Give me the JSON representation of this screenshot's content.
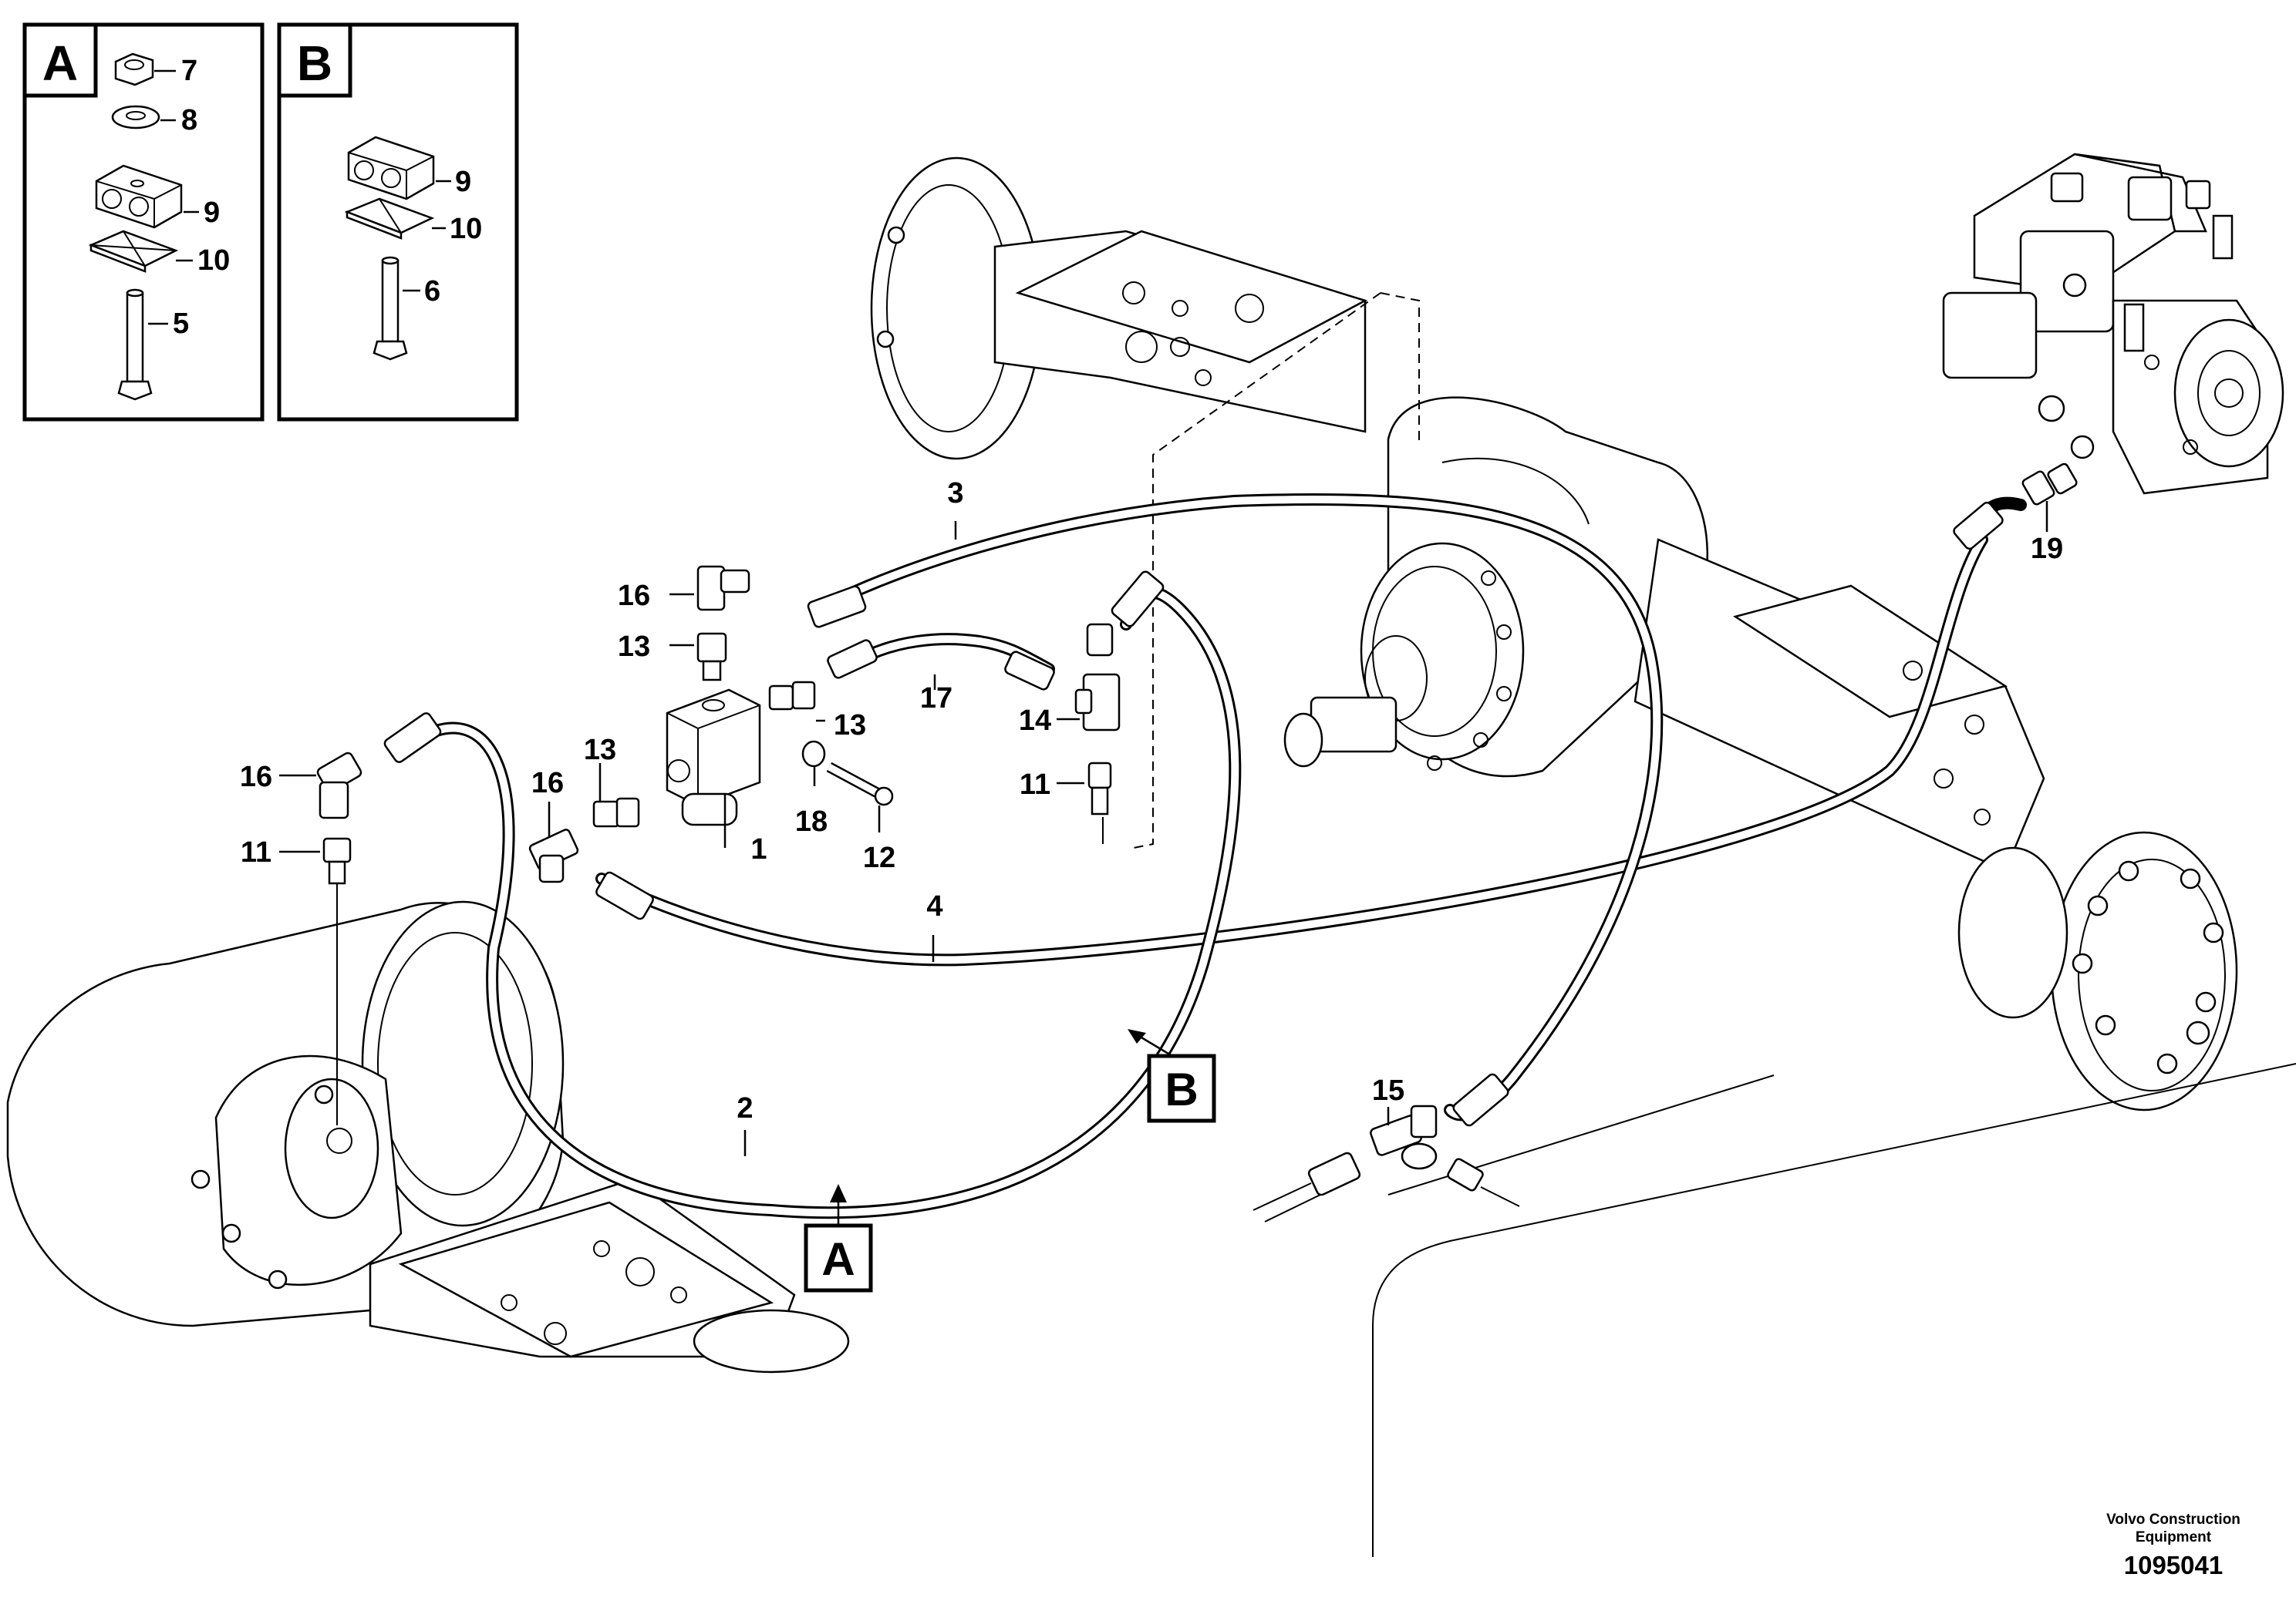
{
  "insets": [
    {
      "letter": "A",
      "parts": [
        "7",
        "8",
        "9",
        "10",
        "5"
      ]
    },
    {
      "letter": "B",
      "parts": [
        "9",
        "10",
        "6"
      ]
    }
  ],
  "callouts": {
    "c1": "1",
    "c2": "2",
    "c3": "3",
    "c4": "4",
    "c11a": "11",
    "c11b": "11",
    "c12": "12",
    "c13a": "13",
    "c13b": "13",
    "c13c": "13",
    "c14": "14",
    "c15": "15",
    "c16a": "16",
    "c16b": "16",
    "c16c": "16",
    "c17": "17",
    "c18": "18",
    "c19": "19"
  },
  "refs": {
    "a": "A",
    "b": "B"
  },
  "footer": {
    "brand_line1": "Volvo Construction",
    "brand_line2": "Equipment",
    "drawing_number": "1095041"
  }
}
